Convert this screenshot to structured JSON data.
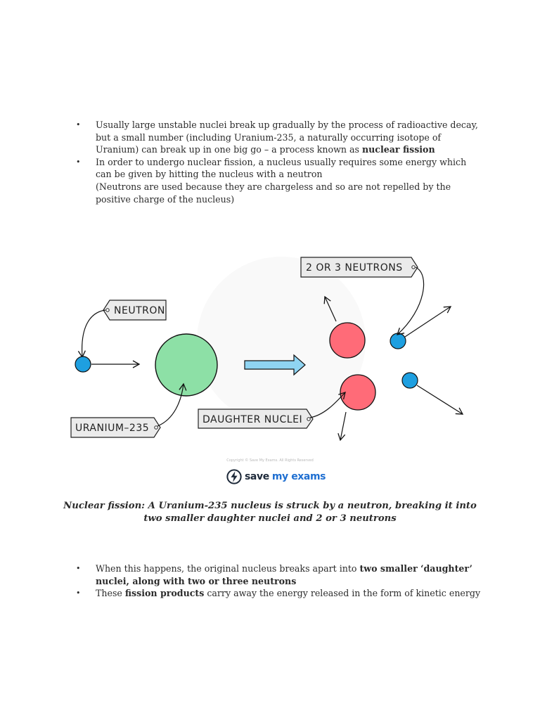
{
  "intro_bullets": [
    {
      "text_before": "Usually large unstable nuclei break up gradually by the process of radioactive decay, but a small number (including Uranium-235, a naturally occurring isotope of Uranium) can break up in one big go – a process known as ",
      "bold": "nuclear fission",
      "text_after": ""
    },
    {
      "text_before": "In order to undergo nuclear fission, a nucleus usually requires some energy which can be given by hitting the nucleus with a neutron",
      "bold": "",
      "text_after": "",
      "extra_line": "(Neutrons are used because they are chargeless and so are not repelled by the positive charge of the nucleus)"
    }
  ],
  "diagram": {
    "labels": {
      "neutron": "NEUTRON",
      "uranium": "URANIUM–235",
      "daughter": "DAUGHTER  NUCLEI",
      "neutrons_out": "2 OR 3 NEUTRONS"
    },
    "colors": {
      "neutron": "#1e9fe0",
      "uranium": "#8de0a6",
      "daughter": "#ff6b78",
      "arrow_fill": "#8fd4f2",
      "label_bg": "#ebebeb"
    }
  },
  "copyright": "Copyright © Save My Exams. All Rights Reserved",
  "logo": {
    "word1": "save",
    "word2": "my exams"
  },
  "caption": "Nuclear fission: A Uranium-235 nucleus is struck by a neutron, breaking it into two smaller daughter nuclei and 2 or 3 neutrons",
  "outro_bullets": [
    {
      "text_before": "When this happens, the original nucleus breaks apart into ",
      "bold": "two smaller ‘daughter’ nuclei, along with two or three neutrons",
      "text_after": ""
    },
    {
      "text_before": "These ",
      "bold": "fission products",
      "text_after": " carry away the energy released in the form of kinetic energy"
    }
  ],
  "bullet_symbol": "•"
}
